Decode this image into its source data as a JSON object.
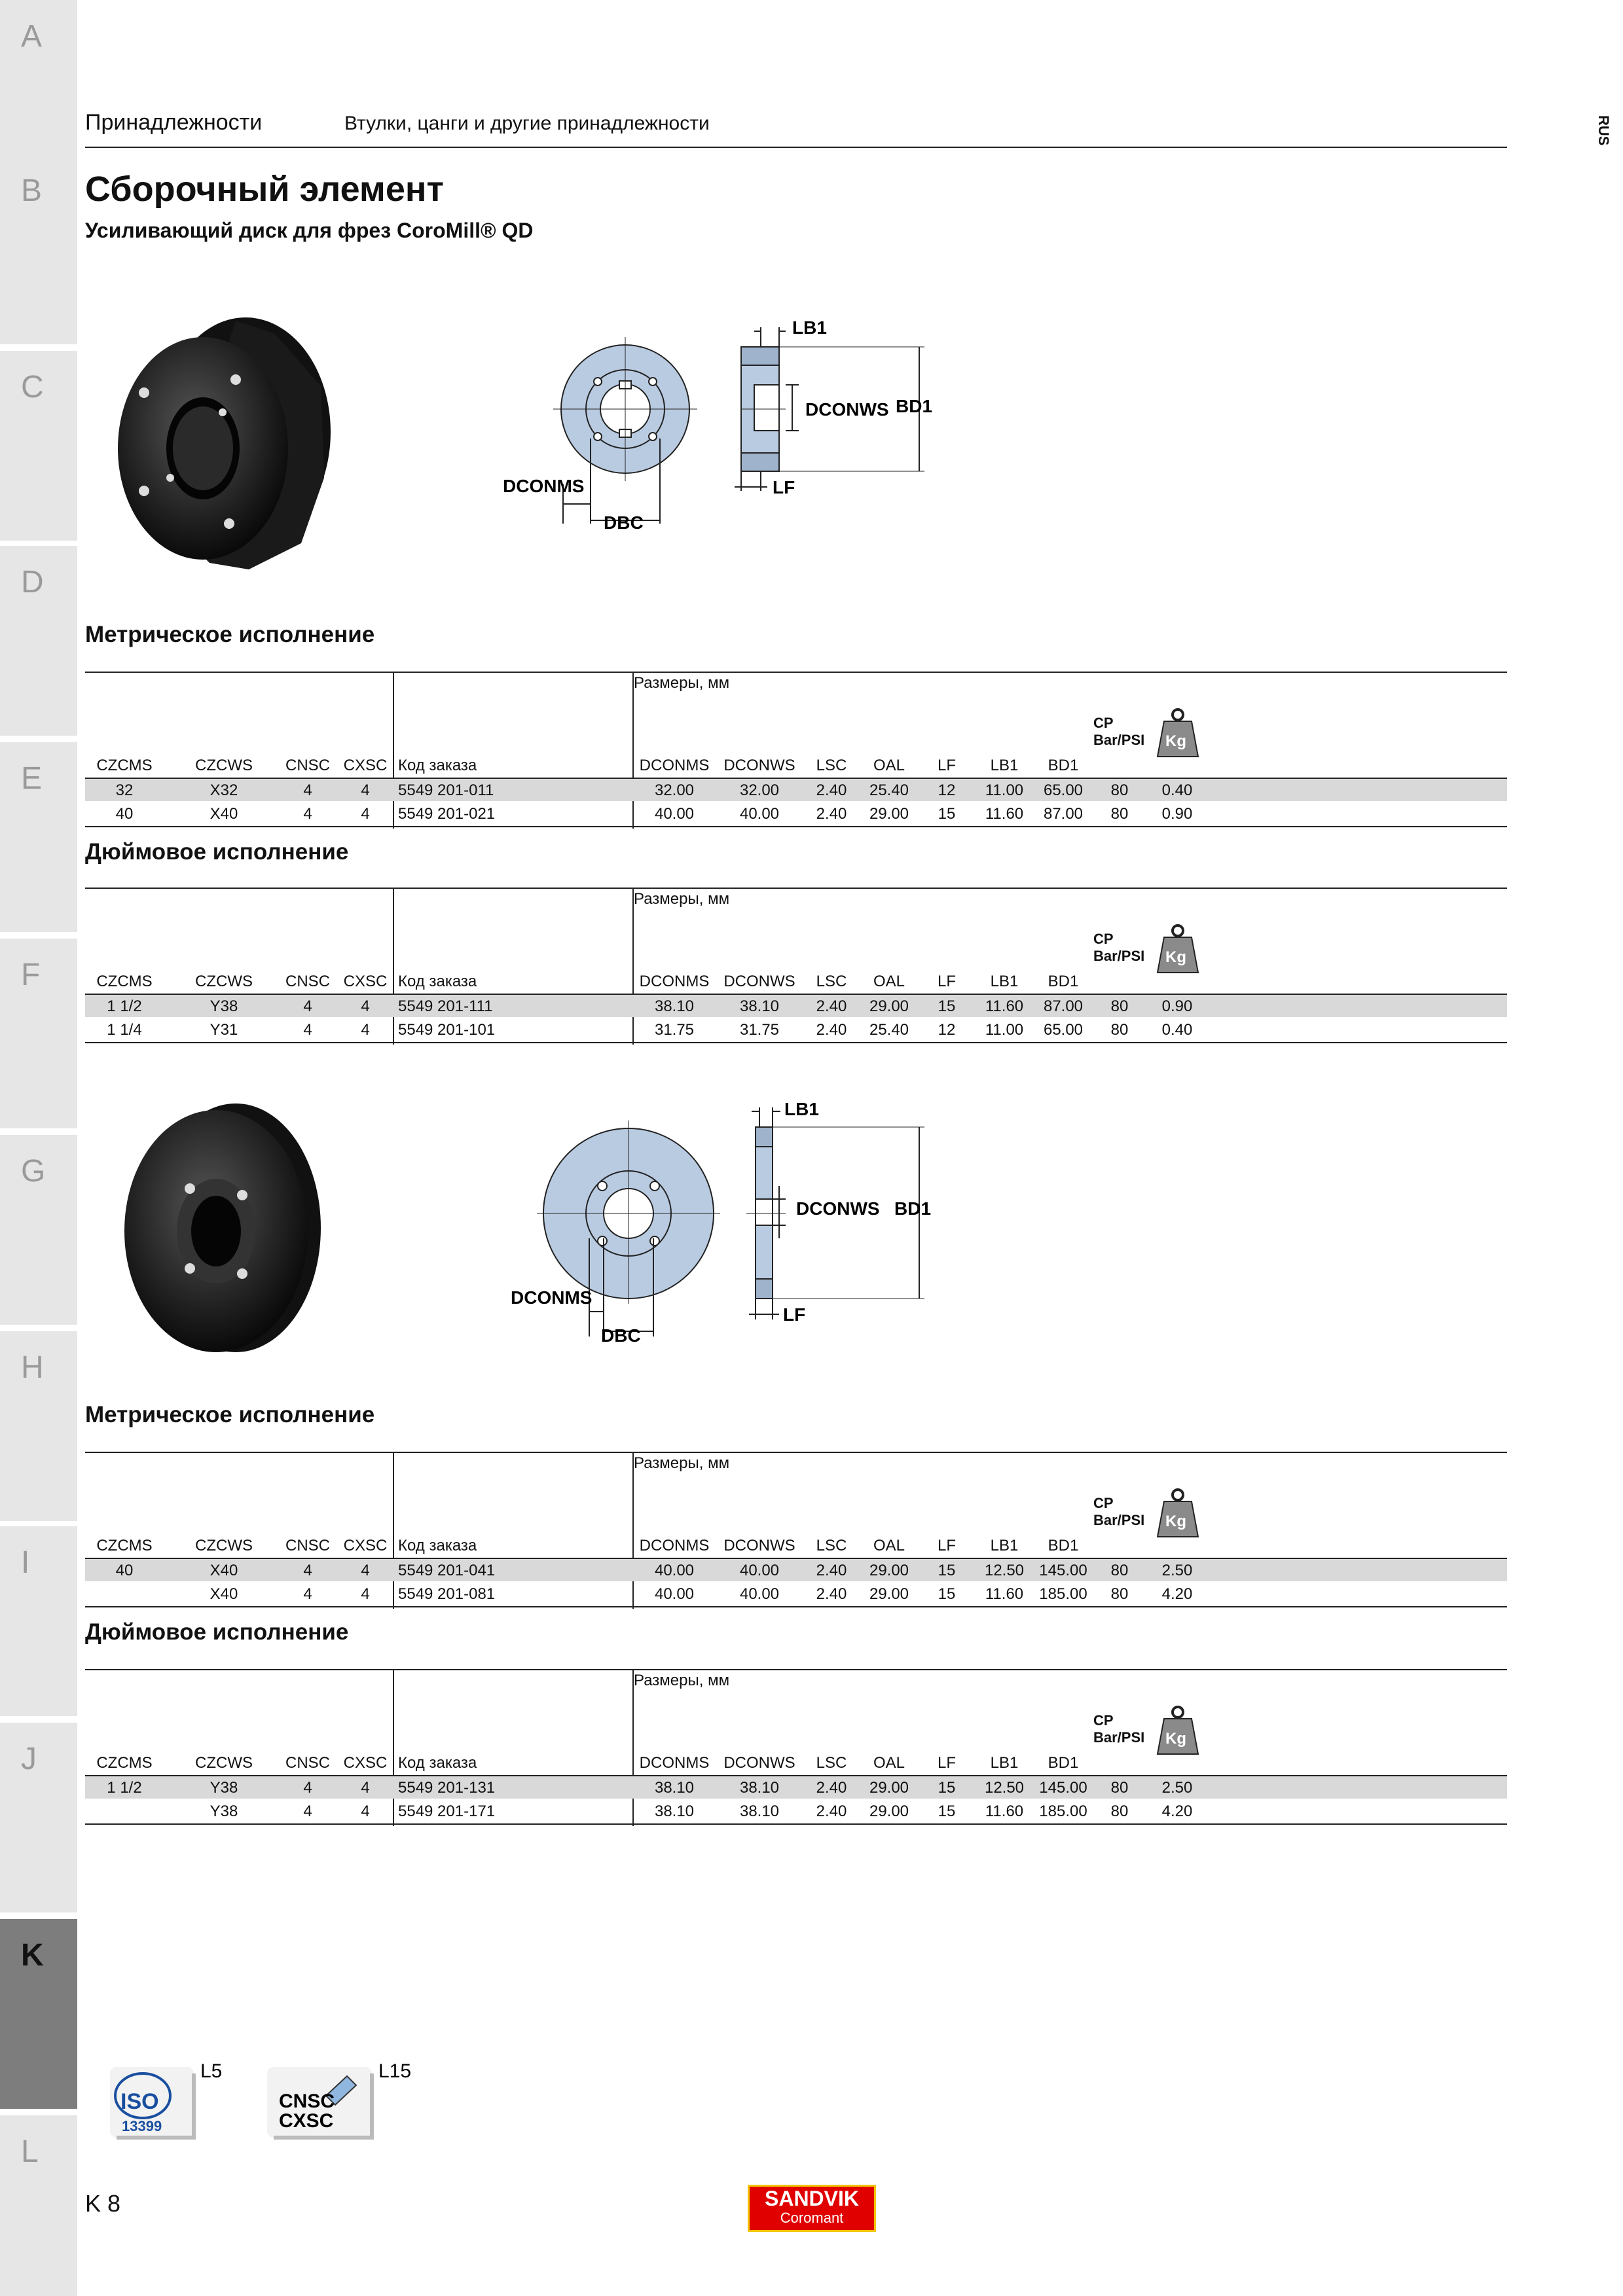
{
  "side_tabs": [
    "A",
    "B",
    "C",
    "D",
    "E",
    "F",
    "G",
    "H",
    "I",
    "J",
    "K",
    "L"
  ],
  "active_tab": "K",
  "lang": "RUS",
  "header": {
    "category": "Принадлежности",
    "subcategory": "Втулки, цанги и другие принадлежности"
  },
  "title": "Сборочный элемент",
  "subtitle": "Усиливающий диск для фрез CoroMill® QD",
  "drawing_labels": {
    "lb1": "LB1",
    "dcon_ws": "DCONWS",
    "bd1": "BD1",
    "dcon_ms": "DCONMS",
    "dbc": "DBC",
    "lf": "LF"
  },
  "table_columns": {
    "dims_label": "Размеры, мм",
    "czc_ms": "CZCMS",
    "czc_ws": "CZCWS",
    "cnsc": "CNSC",
    "cxsc": "CXSC",
    "order_code": "Код заказа",
    "dcon_ms": "DCONMS",
    "dcon_ws": "DCONWS",
    "lsc": "LSC",
    "oal": "OAL",
    "lf": "LF",
    "lb1": "LB1",
    "bd1": "BD1",
    "cp_top": "CP",
    "cp_bottom": "Bar/PSI",
    "kg": "Kg"
  },
  "tables": [
    {
      "heading": "Метрическое исполнение",
      "rows": [
        {
          "czc_ms": "32",
          "czc_ws": "X32",
          "cnsc": "4",
          "cxsc": "4",
          "code": "5549 201-011",
          "dcon_ms": "32.00",
          "dcon_ws": "32.00",
          "lsc": "2.40",
          "oal": "25.40",
          "lf": "12",
          "lb1": "11.00",
          "bd1": "65.00",
          "cp": "80",
          "kg": "0.40"
        },
        {
          "czc_ms": "40",
          "czc_ws": "X40",
          "cnsc": "4",
          "cxsc": "4",
          "code": "5549 201-021",
          "dcon_ms": "40.00",
          "dcon_ws": "40.00",
          "lsc": "2.40",
          "oal": "29.00",
          "lf": "15",
          "lb1": "11.60",
          "bd1": "87.00",
          "cp": "80",
          "kg": "0.90"
        }
      ]
    },
    {
      "heading": "Дюймовое исполнение",
      "rows": [
        {
          "czc_ms": "1 1/2",
          "czc_ws": "Y38",
          "cnsc": "4",
          "cxsc": "4",
          "code": "5549 201-111",
          "dcon_ms": "38.10",
          "dcon_ws": "38.10",
          "lsc": "2.40",
          "oal": "29.00",
          "lf": "15",
          "lb1": "11.60",
          "bd1": "87.00",
          "cp": "80",
          "kg": "0.90"
        },
        {
          "czc_ms": "1 1/4",
          "czc_ws": "Y31",
          "cnsc": "4",
          "cxsc": "4",
          "code": "5549 201-101",
          "dcon_ms": "31.75",
          "dcon_ws": "31.75",
          "lsc": "2.40",
          "oal": "25.40",
          "lf": "12",
          "lb1": "11.00",
          "bd1": "65.00",
          "cp": "80",
          "kg": "0.40"
        }
      ]
    },
    {
      "heading": "Метрическое исполнение",
      "rows": [
        {
          "czc_ms": "40",
          "czc_ws": "X40",
          "cnsc": "4",
          "cxsc": "4",
          "code": "5549 201-041",
          "dcon_ms": "40.00",
          "dcon_ws": "40.00",
          "lsc": "2.40",
          "oal": "29.00",
          "lf": "15",
          "lb1": "12.50",
          "bd1": "145.00",
          "cp": "80",
          "kg": "2.50"
        },
        {
          "czc_ms": "",
          "czc_ws": "X40",
          "cnsc": "4",
          "cxsc": "4",
          "code": "5549 201-081",
          "dcon_ms": "40.00",
          "dcon_ws": "40.00",
          "lsc": "2.40",
          "oal": "29.00",
          "lf": "15",
          "lb1": "11.60",
          "bd1": "185.00",
          "cp": "80",
          "kg": "4.20"
        }
      ]
    },
    {
      "heading": "Дюймовое исполнение",
      "rows": [
        {
          "czc_ms": "1 1/2",
          "czc_ws": "Y38",
          "cnsc": "4",
          "cxsc": "4",
          "code": "5549 201-131",
          "dcon_ms": "38.10",
          "dcon_ws": "38.10",
          "lsc": "2.40",
          "oal": "29.00",
          "lf": "15",
          "lb1": "12.50",
          "bd1": "145.00",
          "cp": "80",
          "kg": "2.50"
        },
        {
          "czc_ms": "",
          "czc_ws": "Y38",
          "cnsc": "4",
          "cxsc": "4",
          "code": "5549 201-171",
          "dcon_ms": "38.10",
          "dcon_ws": "38.10",
          "lsc": "2.40",
          "oal": "29.00",
          "lf": "15",
          "lb1": "11.60",
          "bd1": "185.00",
          "cp": "80",
          "kg": "4.20"
        }
      ]
    }
  ],
  "footer": {
    "iso_text": "ISO",
    "iso_num": "13399",
    "ref1": "L5",
    "cnsc_top": "CNSC",
    "cnsc_bottom": "CXSC",
    "ref2": "L15",
    "page_number": "K 8",
    "logo_top": "SANDVIK",
    "logo_bottom": "Coromant"
  }
}
